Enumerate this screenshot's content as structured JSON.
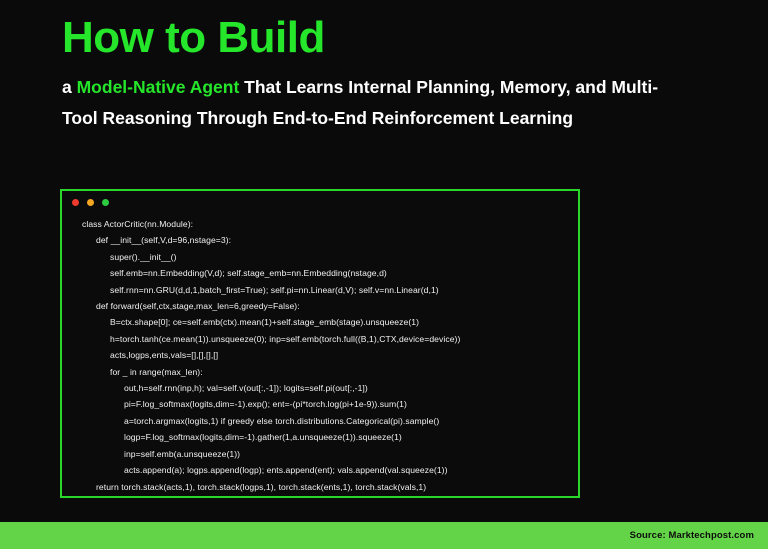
{
  "slide": {
    "background_color": "#0a0a0a",
    "accent_color": "#25E62A",
    "footer_color": "#63d447"
  },
  "header": {
    "title": "How to Build",
    "subtitle": {
      "lead": "a ",
      "highlight": "Model-Native Agent",
      "rest": " That Learns Internal Planning, Memory, and Multi-Tool Reasoning Through End-to-End Reinforcement Learning"
    }
  },
  "code_window": {
    "dots": [
      "red",
      "yellow",
      "green"
    ],
    "language": "python",
    "lines": [
      {
        "indent": 0,
        "text": "class ActorCritic(nn.Module):"
      },
      {
        "indent": 1,
        "text": "def __init__(self,V,d=96,nstage=3):"
      },
      {
        "indent": 2,
        "text": "super().__init__()"
      },
      {
        "indent": 2,
        "text": "self.emb=nn.Embedding(V,d); self.stage_emb=nn.Embedding(nstage,d)"
      },
      {
        "indent": 2,
        "text": "self.rnn=nn.GRU(d,d,1,batch_first=True); self.pi=nn.Linear(d,V); self.v=nn.Linear(d,1)"
      },
      {
        "indent": 1,
        "text": "def forward(self,ctx,stage,max_len=6,greedy=False):"
      },
      {
        "indent": 2,
        "text": "B=ctx.shape[0]; ce=self.emb(ctx).mean(1)+self.stage_emb(stage).unsqueeze(1)"
      },
      {
        "indent": 2,
        "text": "h=torch.tanh(ce.mean(1)).unsqueeze(0); inp=self.emb(torch.full((B,1),CTX,device=device))"
      },
      {
        "indent": 2,
        "text": "acts,logps,ents,vals=[],[],[],[]"
      },
      {
        "indent": 2,
        "text": "for _ in range(max_len):"
      },
      {
        "indent": 3,
        "text": "out,h=self.rnn(inp,h); val=self.v(out[:,-1]); logits=self.pi(out[:,-1])"
      },
      {
        "indent": 3,
        "text": "pi=F.log_softmax(logits,dim=-1).exp(); ent=-(pi*torch.log(pi+1e-9)).sum(1)"
      },
      {
        "indent": 3,
        "text": "a=torch.argmax(logits,1) if greedy else torch.distributions.Categorical(pi).sample()"
      },
      {
        "indent": 3,
        "text": "logp=F.log_softmax(logits,dim=-1).gather(1,a.unsqueeze(1)).squeeze(1)"
      },
      {
        "indent": 3,
        "text": "inp=self.emb(a.unsqueeze(1))"
      },
      {
        "indent": 3,
        "text": "acts.append(a); logps.append(logp); ents.append(ent); vals.append(val.squeeze(1))"
      },
      {
        "indent": 1,
        "text": "return torch.stack(acts,1), torch.stack(logps,1), torch.stack(ents,1), torch.stack(vals,1)"
      }
    ]
  },
  "footer": {
    "source_text": "Source: Marktechpost.com"
  }
}
